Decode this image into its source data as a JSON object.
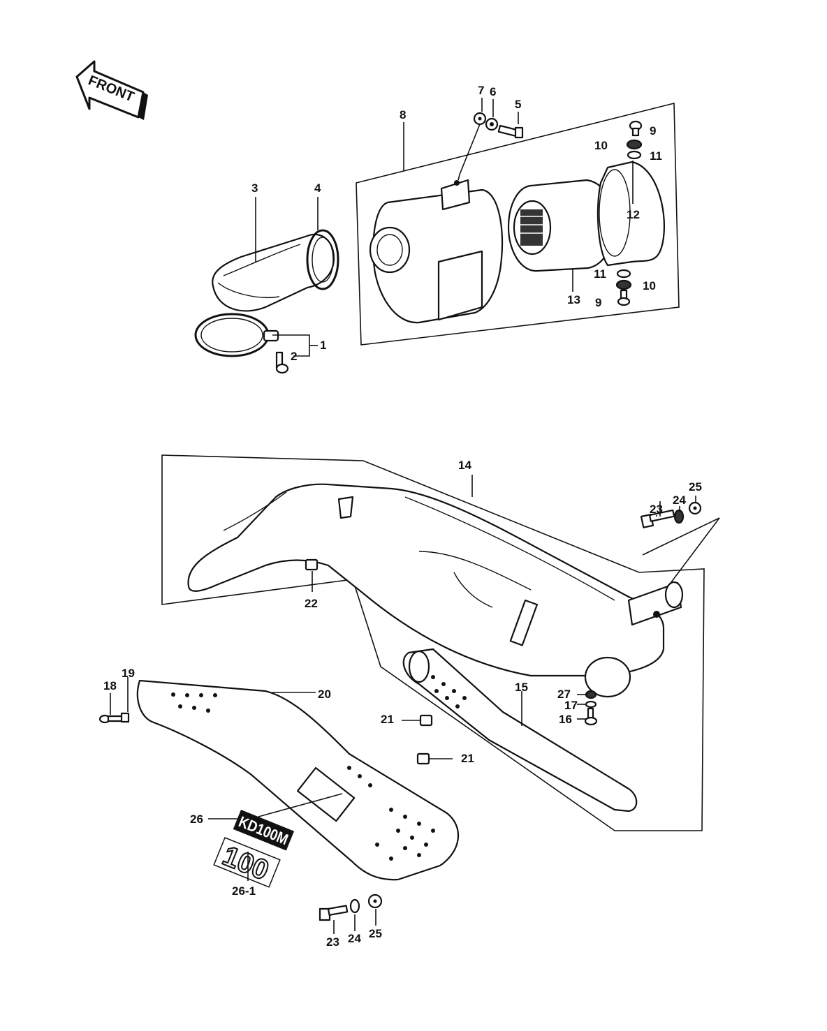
{
  "front_arrow": {
    "label": "FRONT"
  },
  "callouts": {
    "c1": "1",
    "c2": "2",
    "c3": "3",
    "c4": "4",
    "c5": "5",
    "c6": "6",
    "c7": "7",
    "c8": "8",
    "c9a": "9",
    "c9b": "9",
    "c10a": "10",
    "c10b": "10",
    "c11a": "11",
    "c11b": "11",
    "c12": "12",
    "c13": "13",
    "c14": "14",
    "c15": "15",
    "c16": "16",
    "c17": "17",
    "c18": "18",
    "c19": "19",
    "c20": "20",
    "c21a": "21",
    "c21b": "21",
    "c22": "22",
    "c23a": "23",
    "c24a": "24",
    "c25a": "25",
    "c23b": "23",
    "c24b": "24",
    "c25b": "25",
    "c26": "26",
    "c26_1": "26-1",
    "c27": "27"
  },
  "badges": {
    "model_emblem": "KD100M",
    "number_emblem": "100"
  },
  "icons": [
    "front-arrow-icon"
  ]
}
